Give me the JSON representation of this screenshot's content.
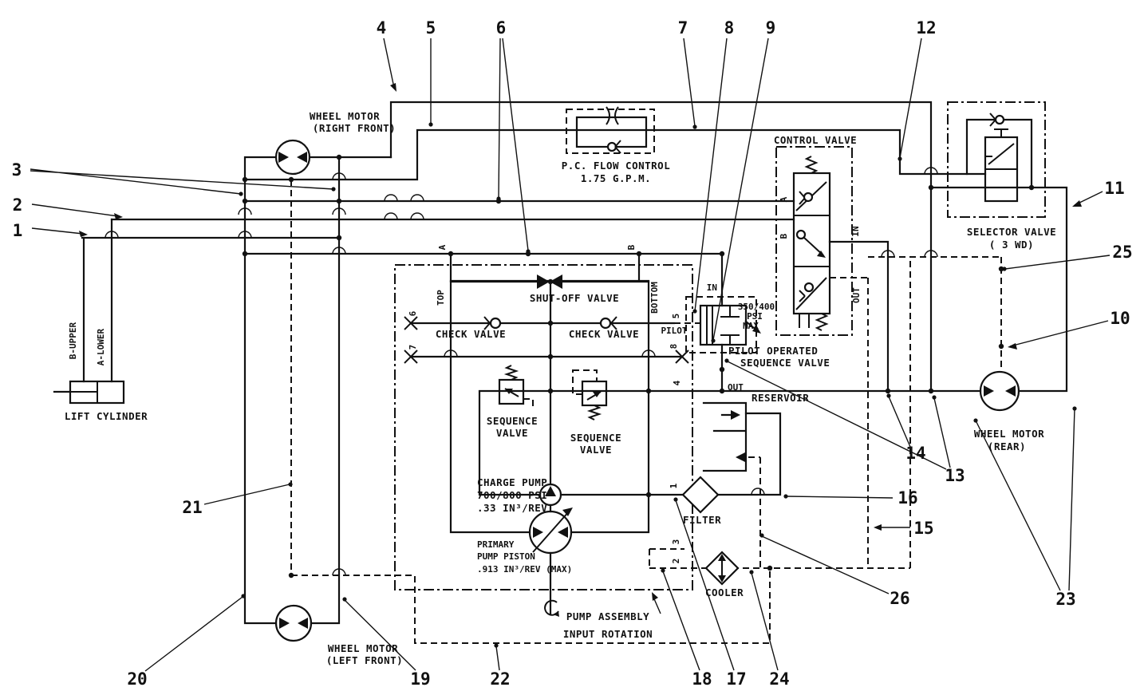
{
  "colors": {
    "ink": "#111111",
    "paper": "#ffffff"
  },
  "labels": {
    "wheel_motor_rf": {
      "l1": "WHEEL MOTOR",
      "l2": "(RIGHT FRONT)"
    },
    "wheel_motor_lf": {
      "l1": "WHEEL MOTOR",
      "l2": "(LEFT FRONT)"
    },
    "wheel_motor_rear": {
      "l1": "WHEEL MOTOR",
      "l2": "(REAR)"
    },
    "pc_flow_control": {
      "l1": "P.C. FLOW CONTROL",
      "l2": "1.75 G.P.M."
    },
    "control_valve": "CONTROL VALVE",
    "selector_valve": {
      "l1": "SELECTOR VALVE",
      "l2": "( 3 WD)"
    },
    "shut_off_valve": "SHUT-OFF VALVE",
    "check_valve_left": "CHECK VALVE",
    "check_valve_right": "CHECK VALVE",
    "pilot_seq_valve": {
      "l1": "PILOT OPERATED",
      "l2": "SEQUENCE VALVE"
    },
    "pilot_seq_rating": {
      "l1": "350/400",
      "l2": "PSI",
      "l3": "MAX"
    },
    "sequence_valve_1": {
      "l1": "SEQUENCE",
      "l2": "VALVE"
    },
    "sequence_valve_2": {
      "l1": "SEQUENCE",
      "l2": "VALVE"
    },
    "charge_pump": {
      "l1": "CHARGE PUMP",
      "l2": "700/800 PSI",
      "l3": ".33 IN³/REV"
    },
    "primary_pump": {
      "l1": "PRIMARY",
      "l2": "PUMP PISTON",
      "l3": ".913 IN³/REV (MAX)"
    },
    "reservoir": "RESERVOIR",
    "filter": "FILTER",
    "cooler": "COOLER",
    "pump_assembly": {
      "l1": "PUMP ASSEMBLY",
      "l2": "INPUT ROTATION"
    },
    "lift_cylinder": "LIFT CYLINDER",
    "b_upper": "B-UPPER",
    "a_lower": "A-LOWER"
  },
  "ports": {
    "top": "TOP",
    "bottom": "BOTTOM",
    "a": "A",
    "b": "B",
    "cv_a": "A",
    "cv_b": "B",
    "cv_in": "IN",
    "cv_out": "OUT",
    "ps_in": "IN",
    "ps_out": "OUT",
    "pilot": "PILOT",
    "p1": "1",
    "p2": "2",
    "p3": "3",
    "p4": "4",
    "p5": "5",
    "p6": "6",
    "p7": "7",
    "p8": "8"
  },
  "callouts": {
    "c1": "1",
    "c2": "2",
    "c3": "3",
    "c4": "4",
    "c5": "5",
    "c6": "6",
    "c7": "7",
    "c8": "8",
    "c9": "9",
    "c10": "10",
    "c11": "11",
    "c12": "12",
    "c13": "13",
    "c14": "14",
    "c15": "15",
    "c16": "16",
    "c17": "17",
    "c18": "18",
    "c19": "19",
    "c20": "20",
    "c21": "21",
    "c22": "22",
    "c23": "23",
    "c24": "24",
    "c25": "25",
    "c26": "26"
  }
}
